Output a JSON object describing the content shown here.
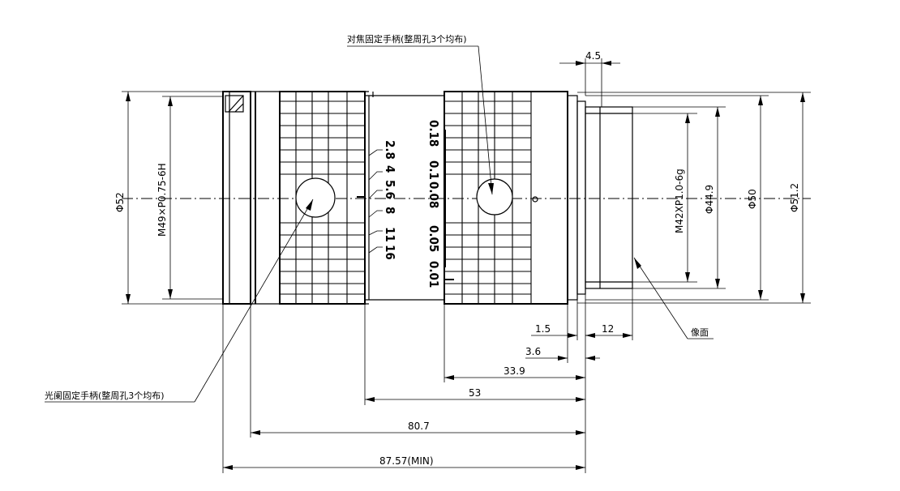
{
  "labels": {
    "focus_handle": "对焦固定手柄(整周孔3个均布)",
    "aperture_handle": "光阑固定手柄(整周孔3个均布)",
    "image_plane": "像面"
  },
  "dimensions": {
    "d_52": "Φ52",
    "thread_front": "M49×P0.75-6H",
    "thread_mount": "M42XP1.0-6g",
    "d_44_9": "Φ44.9",
    "d_50": "Φ50",
    "d_51_2": "Φ51.2",
    "len_4_5": "4.5",
    "len_1_5": "1.5",
    "len_12": "12",
    "len_3_6": "3.6",
    "len_33_9": "33.9",
    "len_53": "53",
    "len_80_7": "80.7",
    "len_87_57": "87.57(MIN)"
  },
  "aperture_scale": [
    "2.8",
    "4",
    "5.6",
    "8",
    "11",
    "16"
  ],
  "focus_scale": [
    "0.18",
    "0.1",
    "0.08",
    "0.05",
    "0.01"
  ]
}
